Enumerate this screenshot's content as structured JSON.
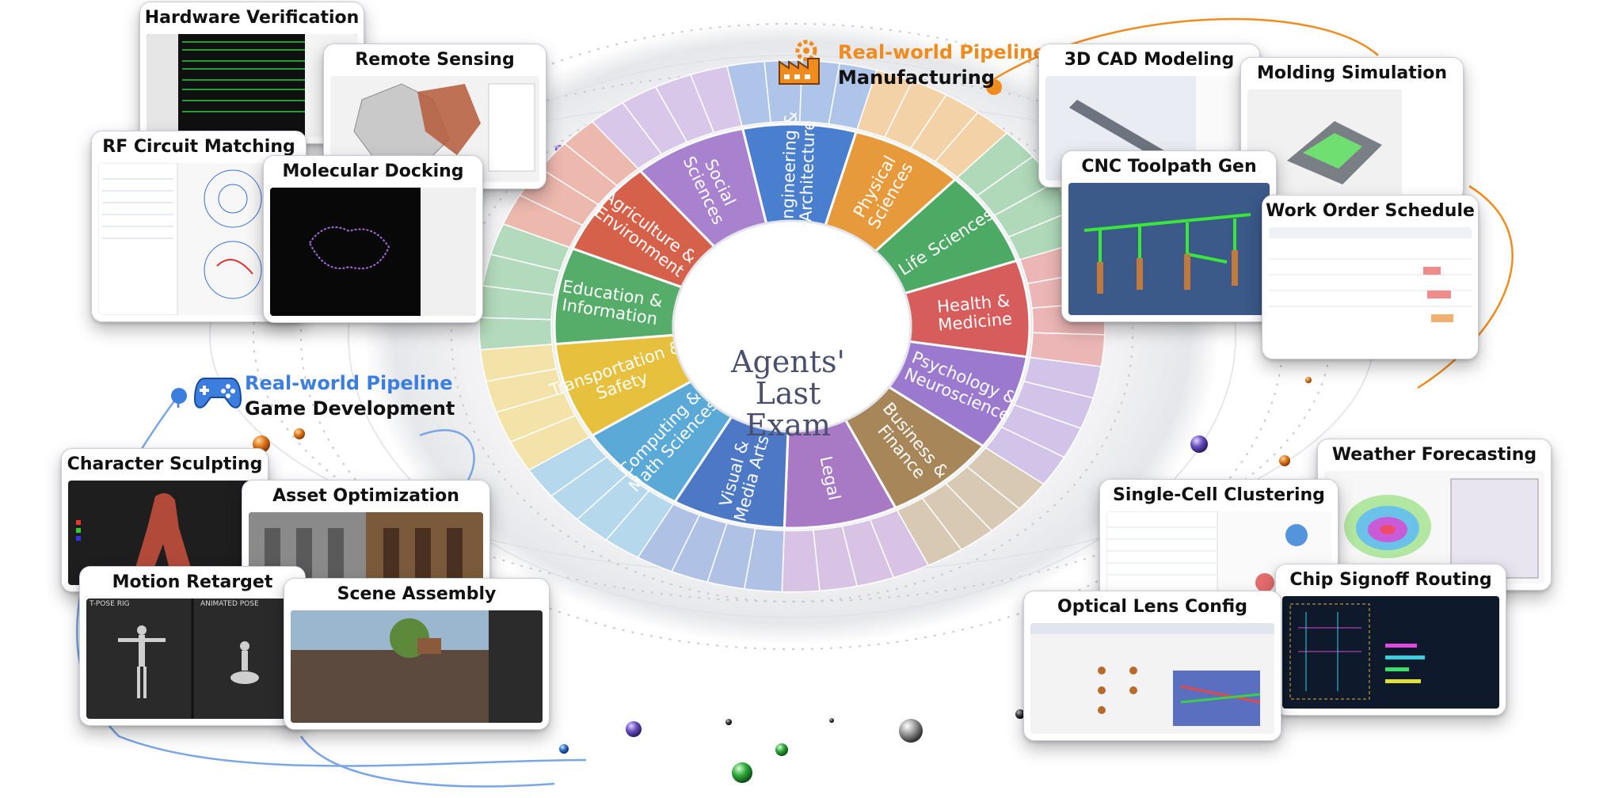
{
  "center": {
    "line1": "Agents'",
    "line2": "Last",
    "line3": "Exam"
  },
  "sectors": [
    {
      "label": "Engineering & Architecture",
      "color": "#4a7fcf"
    },
    {
      "label": "Physical Sciences",
      "color": "#e69a3c"
    },
    {
      "label": "Life Sciences",
      "color": "#4daa64"
    },
    {
      "label": "Health & Medicine",
      "color": "#d75c5c"
    },
    {
      "label": "Psychology & Neuroscience",
      "color": "#9a79cf"
    },
    {
      "label": "Business & Finance",
      "color": "#a78659"
    },
    {
      "label": "Legal",
      "color": "#a87ac6"
    },
    {
      "label": "Visual & Media Arts",
      "color": "#4d78c6"
    },
    {
      "label": "Computing & Math Sciences",
      "color": "#5ba9d6"
    },
    {
      "label": "Transportation & Safety",
      "color": "#e7c03d"
    },
    {
      "label": "Education & Information",
      "color": "#56ad6a"
    },
    {
      "label": "Agriculture & Environment",
      "color": "#d6614b"
    },
    {
      "label": "Social Sciences",
      "color": "#a982cf"
    }
  ],
  "pipelines": {
    "manufacturing": {
      "line1": "Real-world Pipeline",
      "line2": "Manufacturing",
      "color": "#f08c1e",
      "icon": "factory-gear-icon"
    },
    "game": {
      "line1": "Real-world Pipeline",
      "line2": "Game Development",
      "color": "#3c7ee0",
      "icon": "gamepad-icon"
    }
  },
  "cards": {
    "hardware_verification": "Hardware Verification",
    "remote_sensing": "Remote Sensing",
    "rf_circuit_matching": "RF Circuit Matching",
    "molecular_docking": "Molecular Docking",
    "cad_modeling": "3D CAD Modeling",
    "molding_simulation": "Molding Simulation",
    "cnc_toolpath": "CNC Toolpath Gen",
    "work_order": "Work Order Schedule",
    "character_sculpting": "Character Sculpting",
    "asset_optimization": "Asset Optimization",
    "motion_retarget": "Motion Retarget",
    "scene_assembly": "Scene Assembly",
    "weather_forecasting": "Weather Forecasting",
    "single_cell": "Single-Cell Clustering",
    "chip_signoff": "Chip Signoff Routing",
    "optical_lens": "Optical Lens Config"
  },
  "screens": {
    "motion_left": "T-POSE RIG",
    "motion_right": "ANIMATED POSE"
  }
}
